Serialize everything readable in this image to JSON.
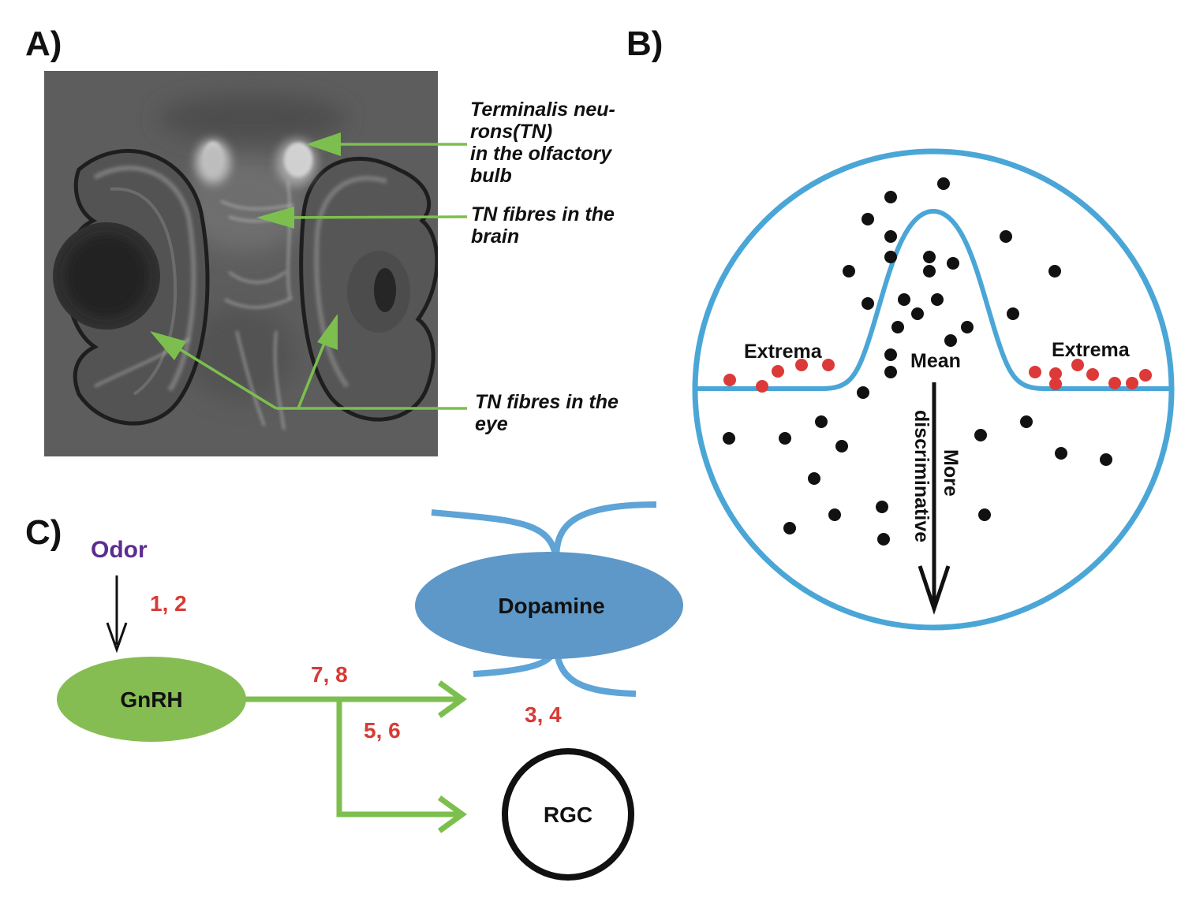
{
  "panels": {
    "a": {
      "label": "A)",
      "annotations": [
        {
          "lines": [
            "Terminalis neu-",
            "rons(TN)",
            "in the olfactory",
            "bulb"
          ]
        },
        {
          "lines": [
            "TN fibres in the",
            "brain"
          ]
        },
        {
          "lines": [
            "TN fibres in the",
            "eye"
          ]
        }
      ]
    },
    "b": {
      "label": "B)",
      "extrema_left": "Extrema",
      "extrema_right": "Extrema",
      "mean": "Mean",
      "arrow_lines": [
        "More",
        "discriminative"
      ]
    },
    "c": {
      "label": "C)",
      "odor": "Odor",
      "gnrh": "GnRH",
      "dopamine": "Dopamine",
      "rgc": "RGC",
      "refs": {
        "odor_gnrh": "1, 2",
        "gnrh_dopamine": "7, 8",
        "gnrh_rgc": "5, 6",
        "dopamine": "3, 4"
      }
    }
  },
  "colors": {
    "arrow_green": "#7cbf4e",
    "node_green": "#86bd52",
    "node_blue": "#5e98c8",
    "circle_blue": "#4aa6d6",
    "dot_red": "#dc3a38",
    "ref_red": "#d83a36",
    "odor_purple": "#5b2d91"
  }
}
